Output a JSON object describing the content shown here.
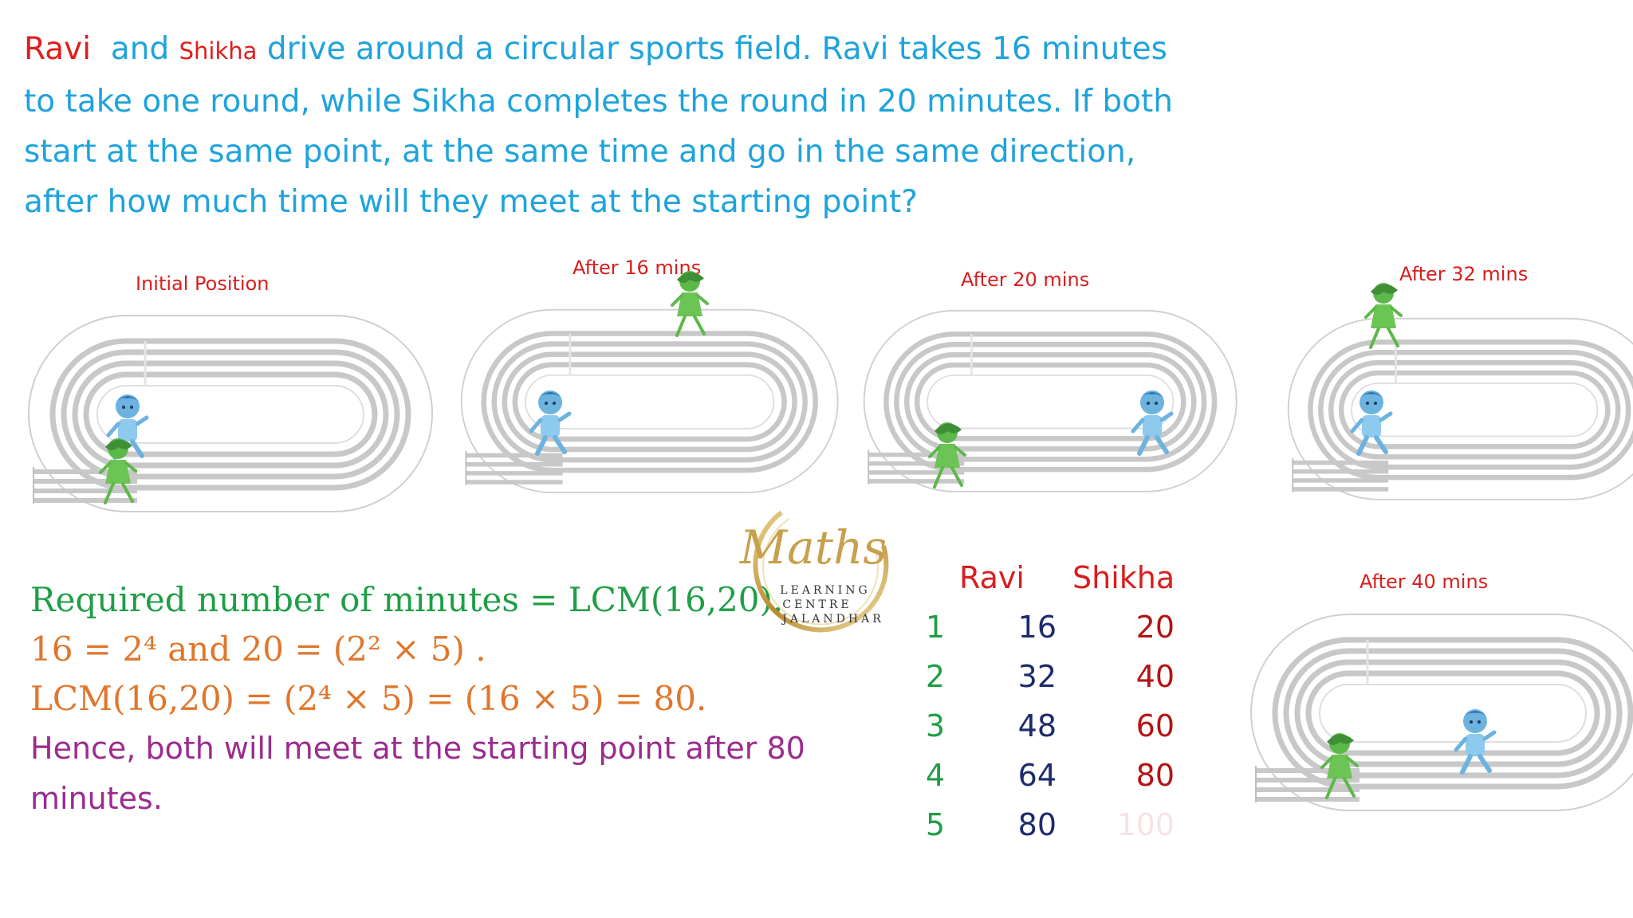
{
  "problem": {
    "name1": "Ravi",
    "name2": "Shikha",
    "line1_rest": "drive around a circular sports field. Ravi takes 16 minutes",
    "line2": "to take one round, while Sikha completes the round in 20 minutes. If both",
    "line3": "start at the same point, at the same time and go in the same direction,",
    "line4": "after how much time will they meet at the starting point?"
  },
  "tracks": [
    {
      "label": "Initial Position"
    },
    {
      "label": "After 16 mins"
    },
    {
      "label": "After 20 mins"
    },
    {
      "label": "After 32 mins"
    },
    {
      "label": "After 40 mins"
    }
  ],
  "solution": {
    "line1": "Required number of minutes = LCM(16,20).",
    "line2": "16 = 2⁴ and 20 = (2² × 5) .",
    "line3": "LCM(16,20) = (2⁴ × 5) = (16 × 5) = 80.",
    "line4": "Hence, both will meet at the starting point after 80",
    "line5": "minutes."
  },
  "table": {
    "header_ravi": "Ravi",
    "header_shikha": "Shikha",
    "rows": [
      {
        "n": "1",
        "ravi": "16",
        "shikha": "20"
      },
      {
        "n": "2",
        "ravi": "32",
        "shikha": "40"
      },
      {
        "n": "3",
        "ravi": "48",
        "shikha": "60"
      },
      {
        "n": "4",
        "ravi": "64",
        "shikha": "80"
      },
      {
        "n": "5",
        "ravi": "80",
        "shikha": "100"
      }
    ]
  },
  "logo": {
    "script": "Maths",
    "line1": "LEARNING",
    "line2": "CENTRE",
    "line3": "JALANDHAR"
  },
  "colors": {
    "problem_text": "#1fa3dc",
    "names": "#e31b1b",
    "solution_green": "#1f9e46",
    "solution_orange": "#e0762c",
    "solution_purple": "#9b2c8e",
    "ravi_figure": "#6db3e0",
    "shikha_figure": "#5db84a"
  }
}
